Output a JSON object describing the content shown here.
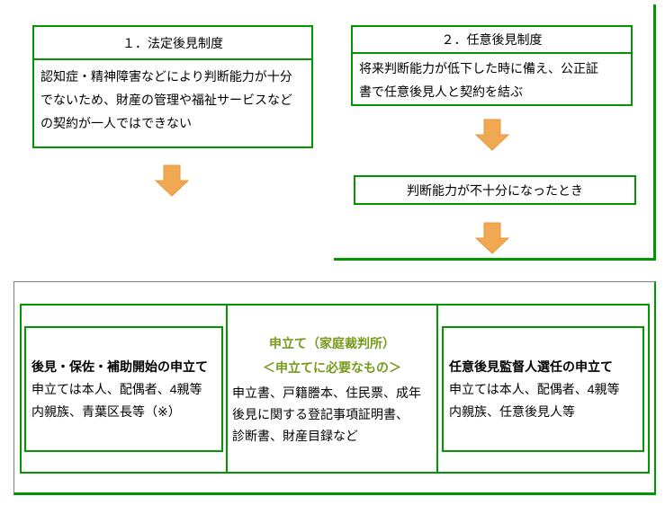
{
  "colors": {
    "border_green": "#009700",
    "outer_box_gray": "#808080",
    "center_heading_olive": "#78991E",
    "arrow_fill": "#F0A952",
    "arrow_border": "#E8973B",
    "text": "#000000"
  },
  "icons": {
    "down_arrow": "block-down-arrow-icon"
  },
  "flow": {
    "legal": {
      "title": "１．法定後見制度",
      "body": "認知症・精神障害などにより判断能力が十分\nでないため、財産の管理や福祉サービスなど\nの契約が一人ではできない"
    },
    "voluntary": {
      "title": "２．任意後見制度",
      "body": "将来判断能力が低下した時に備え、公正証\n書で任意後見人と契約を結ぶ"
    },
    "condition": {
      "label": "判断能力が不十分になったとき"
    }
  },
  "petition": {
    "left": {
      "title": "後見・保佐・補助開始の申立て",
      "body": "申立ては本人、配偶者、4親等\n内親族、青葉区長等（※）"
    },
    "center": {
      "heading1": "申立て（家庭裁判所）",
      "heading2": "＜申立てに必要なもの＞",
      "body": "申立書、戸籍謄本、住民票、成年\n後見に関する登記事項証明書、\n診断書、財産目録など"
    },
    "right": {
      "title": "任意後見監督人選任の申立て",
      "body": "申立ては本人、配偶者、4親等\n内親族、任意後見人等"
    }
  }
}
